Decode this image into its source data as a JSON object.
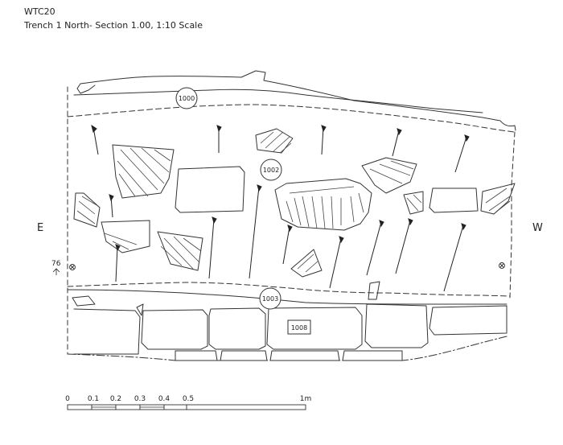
{
  "title": "WTC20",
  "subtitle": "Trench 1 North- Section 1.00, 1:10 Scale",
  "orientation": {
    "left": "E",
    "right": "W"
  },
  "datum_label": "76",
  "contexts": {
    "c1000": "1000",
    "c1002": "1002",
    "c1003": "1003",
    "c1008": "1008"
  },
  "scale_bar": {
    "ticks": [
      "0",
      "0.1",
      "0.2",
      "0.3",
      "0.4",
      "0.5",
      "1m"
    ]
  }
}
